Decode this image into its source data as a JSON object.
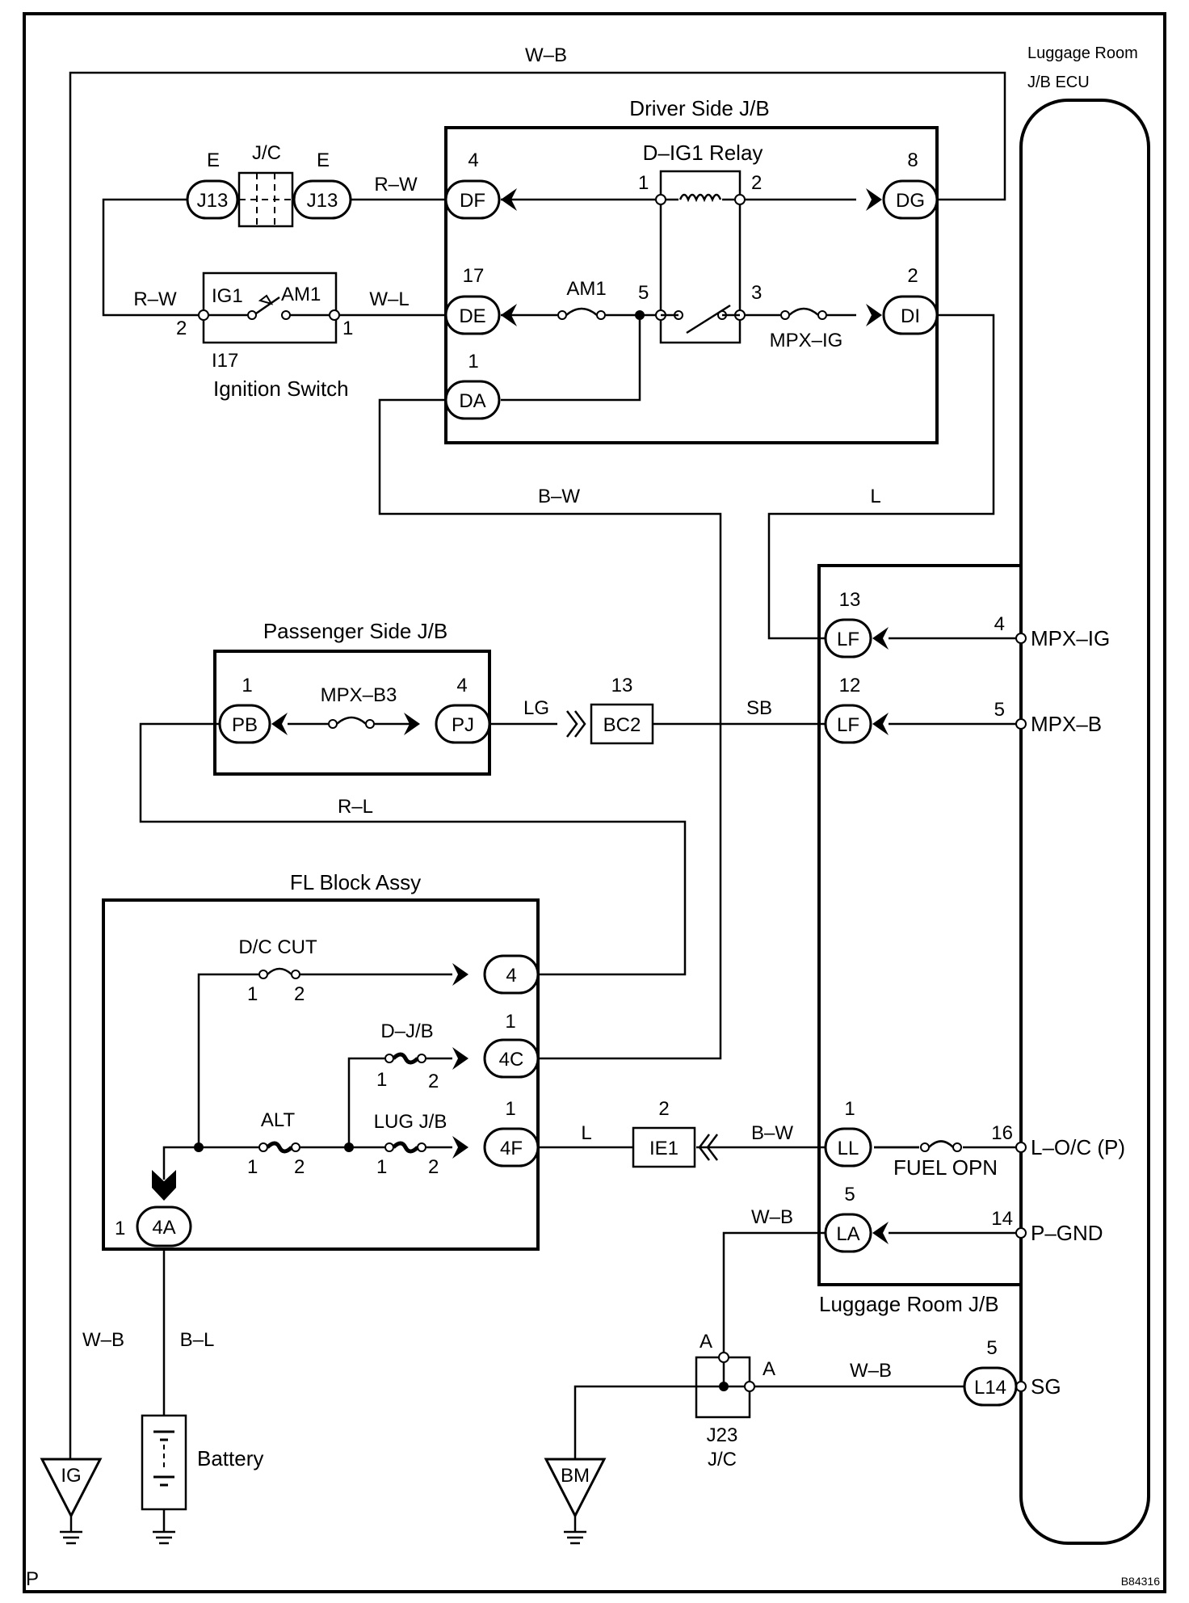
{
  "diagram": {
    "corner_label": "P",
    "figure_code": "B84316",
    "ecu": {
      "title_line1": "Luggage Room",
      "title_line2": "J/B ECU"
    },
    "driver_jb": {
      "title": "Driver Side J/B",
      "relay": "D–IG1 Relay",
      "connectors": {
        "df": "DF",
        "de": "DE",
        "da": "DA",
        "dg": "DG",
        "di": "DI"
      },
      "pins": {
        "df": "4",
        "de": "17",
        "da": "1",
        "dg": "8",
        "di": "2",
        "r1": "1",
        "r2": "2",
        "r5": "5",
        "r3": "3"
      },
      "fuses": {
        "am1": "AM1",
        "mpx_ig": "MPX–IG"
      }
    },
    "jc_top": {
      "label": "J/C",
      "left": "J13",
      "right": "J13",
      "left_pin": "E",
      "right_pin": "E"
    },
    "ignition": {
      "ig1": "IG1",
      "am1": "AM1",
      "pin_left": "2",
      "pin_right": "1",
      "code": "I17",
      "name": "Ignition Switch"
    },
    "passenger_jb": {
      "title": "Passenger Side J/B",
      "pb": "PB",
      "pj": "PJ",
      "fuse": "MPX–B3",
      "pb_pin": "1",
      "pj_pin": "4"
    },
    "bc2": {
      "label": "BC2",
      "pin": "13"
    },
    "ie1": {
      "label": "IE1",
      "pin": "2"
    },
    "fl_block": {
      "title": "FL Block Assy",
      "fuses": {
        "dc_cut": "D/C CUT",
        "djb": "D–J/B",
        "alt": "ALT",
        "lugjb": "LUG J/B"
      },
      "fuse_pins": {
        "p1": "1",
        "p2": "2"
      },
      "conn4": "4",
      "c4c": "4C",
      "c4f": "4F",
      "c4a": "4A",
      "pin_4c": "1",
      "pin_4f": "1",
      "pin_4a": "1"
    },
    "luggage_jb": {
      "title": "Luggage Room J/B",
      "lf_top": "LF",
      "lf_top_pin": "13",
      "lf_bot": "LF",
      "lf_bot_pin": "12",
      "ll": "LL",
      "ll_pin": "1",
      "la": "LA",
      "la_pin": "5",
      "fuse": "FUEL OPN"
    },
    "ecu_terms": [
      {
        "pin": "4",
        "name": "MPX–IG"
      },
      {
        "pin": "5",
        "name": "MPX–B"
      },
      {
        "pin": "16",
        "name": "L–O/C (P)"
      },
      {
        "pin": "14",
        "name": "P–GND"
      }
    ],
    "l14": {
      "label": "L14",
      "pin": "5",
      "term": "SG"
    },
    "j23": {
      "code": "J23",
      "label": "J/C",
      "pin_a1": "A",
      "pin_a2": "A"
    },
    "grounds": {
      "ig": "IG",
      "bm": "BM"
    },
    "battery": "Battery",
    "wires": {
      "wb_top": "W–B",
      "rw1": "R–W",
      "rw2": "R–W",
      "wl": "W–L",
      "bw1": "B–W",
      "l1": "L",
      "lg": "LG",
      "sb": "SB",
      "rl": "R–L",
      "l2": "L",
      "bw2": "B–W",
      "wb2": "W–B",
      "wb3": "W–B",
      "wb_left": "W–B",
      "bl": "B–L"
    }
  }
}
